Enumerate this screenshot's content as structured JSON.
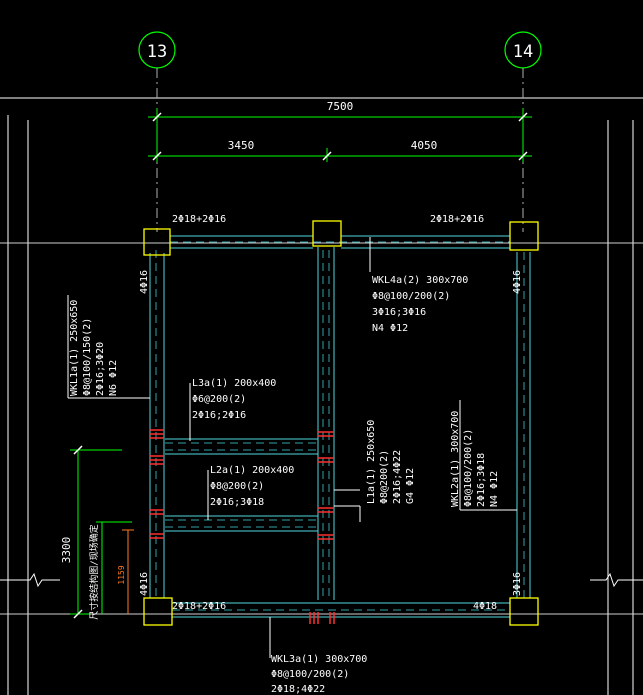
{
  "colors": {
    "background": "#000000",
    "white": "#ffffff",
    "green": "#00ff00",
    "cyan": "#4fd8e0",
    "dim_cyan": "#2fa0a8",
    "yellow": "#ffff00",
    "red": "#ff3030",
    "orange": "#ff7a20",
    "gray": "#b0b0b0"
  },
  "axes": {
    "left": "13",
    "right": "14"
  },
  "dimensions": {
    "total": "7500",
    "left_span": "3450",
    "right_span": "4050",
    "vertical": "3300",
    "local": "1159"
  },
  "vertical_note": "尺寸按结构图/现场确定",
  "top_rebar": {
    "left": "2Φ18+2Φ16",
    "right": "2Φ18+2Φ16"
  },
  "bottom_rebar": {
    "left": "2Φ18+2Φ16",
    "right": "4Φ18"
  },
  "column_rebar": {
    "top_left": "4Φ16",
    "top_right": "4Φ16",
    "bottom_left": "4Φ16",
    "bottom_right": "3Φ16"
  },
  "beams": {
    "wkl4a": [
      "WKL4a(2) 300x700",
      "Φ8@100/200(2)",
      "3Φ16;3Φ16",
      "N4 Φ12"
    ],
    "wkl1a": [
      "WKL1a(1) 250x650",
      "Φ8@100/150(2)",
      "2Φ16;3Φ20",
      "N6 Φ12"
    ],
    "l3a": [
      "L3a(1) 200x400",
      "Φ6@200(2)",
      "2Φ16;2Φ16"
    ],
    "l2a": [
      "L2a(1) 200x400",
      "Φ8@200(2)",
      "2Φ16;3Φ18"
    ],
    "l1a": [
      "L1a(1) 250x650",
      "Φ8@200(2)",
      "2Φ16;4Φ22",
      "G4 Φ12"
    ],
    "wkl2a": [
      "WKL2a(1) 300x700",
      "Φ8@100/200(2)",
      "2Φ16;3Φ18",
      "N4 Φ12"
    ],
    "wkl3a": [
      "WKL3a(1) 300x700",
      "Φ8@100/200(2)",
      "2Φ18;4Φ22"
    ]
  }
}
